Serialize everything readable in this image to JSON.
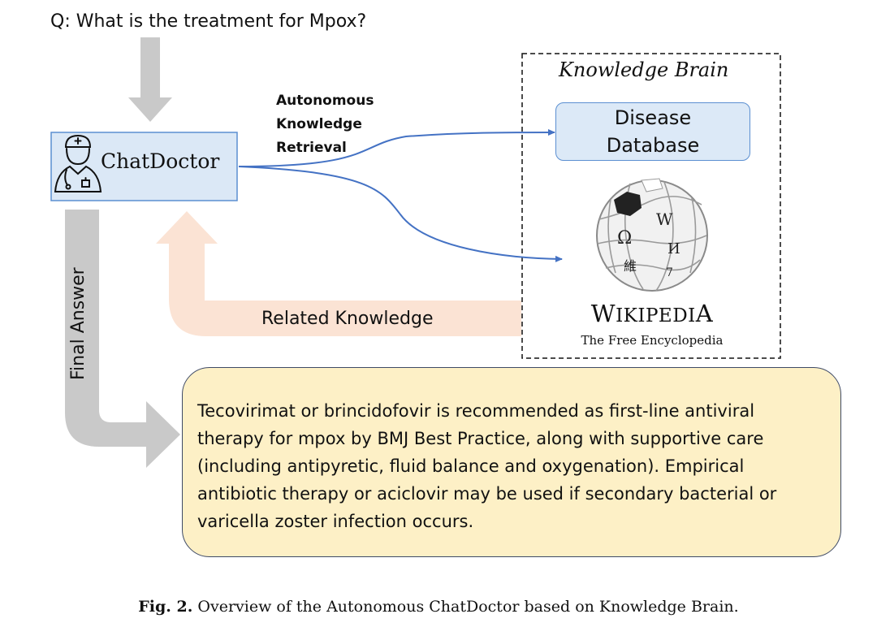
{
  "question": "Q: What is the treatment for Mpox?",
  "chatdoctor": {
    "label": "ChatDoctor",
    "icon": "doctor-icon"
  },
  "retrieval_label": "Autonomous Knowledge Retrieval",
  "knowledge_brain": {
    "title": "Knowledge Brain",
    "disease_database": "Disease\nDatabase",
    "wikipedia": {
      "title": "Wikipedia",
      "subtitle": "The Free Encyclopedia",
      "globe_glyphs": [
        "W",
        "Ω",
        "И",
        "維",
        "7"
      ]
    }
  },
  "related_knowledge_label": "Related Knowledge",
  "final_answer_label": "Final Answer",
  "answer_text": "Tecovirimat or brincidofovir is recommended as first-line antiviral therapy for mpox by BMJ Best Practice, along with supportive care (including antipyretic, fluid balance and oxygenation). Empirical antibiotic therapy or aciclovir may be used if secondary bacterial or varicella zoster infection occurs.",
  "caption": {
    "label": "Fig. 2.",
    "text": "Overview of the Autonomous ChatDoctor based on Knowledge Brain."
  },
  "colors": {
    "gray_arrow": "#c9c9c9",
    "peach_arrow": "#fbe3d4",
    "blue_arrow": "#4472c4",
    "chatdoctor_fill": "#dbe8f6",
    "chatdoctor_border": "#5b8fd1",
    "answer_fill": "#fdf0c6"
  }
}
